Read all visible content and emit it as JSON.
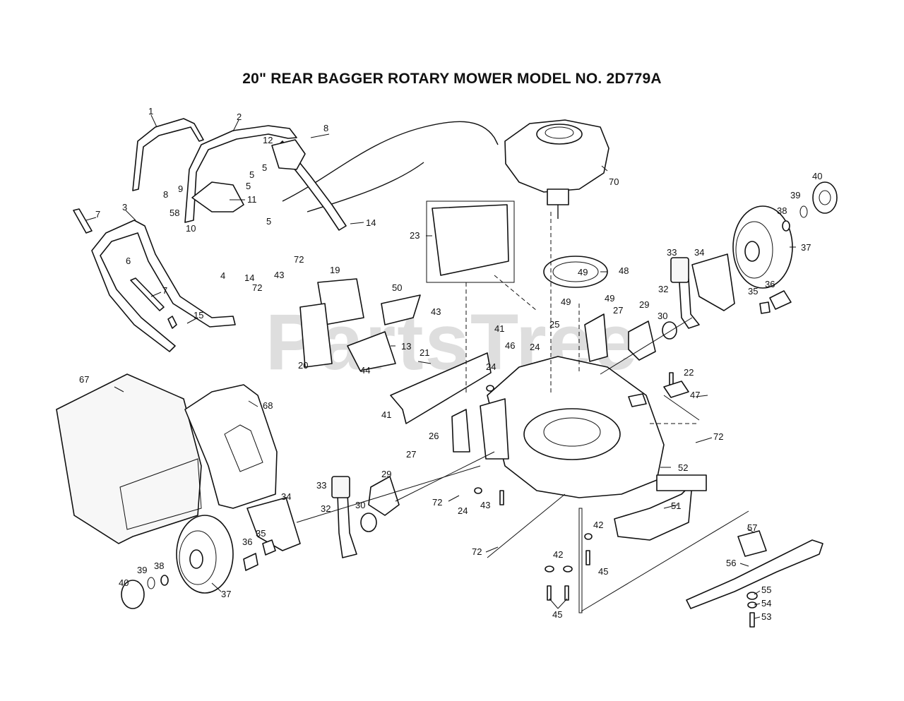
{
  "title": "20\" REAR BAGGER ROTARY MOWER MODEL NO. 2D779A",
  "watermark": "PartsTree",
  "labels": [
    "1",
    "2",
    "3",
    "4",
    "5",
    "6",
    "7",
    "8",
    "9",
    "10",
    "11",
    "12",
    "13",
    "14",
    "15",
    "19",
    "20",
    "21",
    "22",
    "23",
    "24",
    "25",
    "26",
    "27",
    "29",
    "30",
    "32",
    "33",
    "34",
    "35",
    "36",
    "37",
    "38",
    "39",
    "40",
    "41",
    "42",
    "43",
    "44",
    "45",
    "46",
    "47",
    "48",
    "49",
    "50",
    "51",
    "52",
    "53",
    "54",
    "55",
    "56",
    "57",
    "58",
    "67",
    "68",
    "70",
    "72"
  ]
}
